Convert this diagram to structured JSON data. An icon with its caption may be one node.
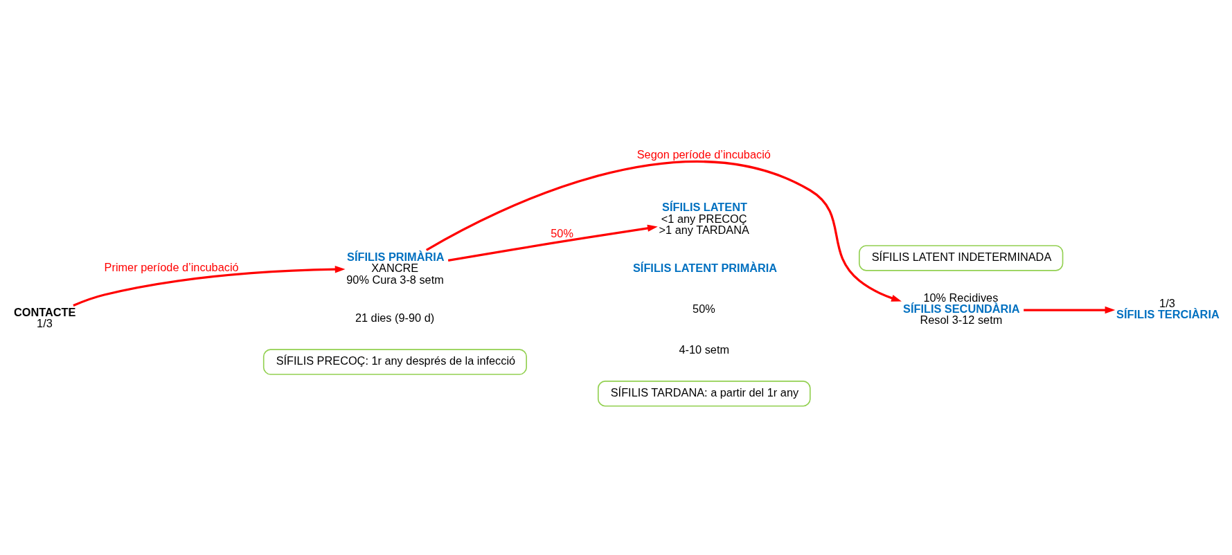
{
  "diagram": {
    "nodes": [
      {
        "text": [
          "SÍFILIS PRECOÇ: 1r any després de la infecció"
        ]
      },
      {
        "text": [
          "SÍFILIS TARDANA: a partir del 1r any"
        ]
      },
      {
        "text": [
          "CONTACTE",
          "1/3"
        ]
      },
      {
        "text": [
          "SÍFILIS PRIMÀRIA",
          "XANCRE",
          "90% Cura 3-8 setm"
        ]
      },
      {
        "text": [
          "10% Recidives",
          "SÍFILIS SECUNDÀRIA",
          "Resol 3-12 setm"
        ]
      },
      {
        "text": [
          "1/3",
          "SÍFILIS TERCIÀRIA"
        ]
      },
      {
        "text": [
          "SÍFILIS LATENT",
          "<1 any PRECOÇ",
          ">1 any TARDANA"
        ]
      },
      {
        "text": [
          "SÍFILIS LATENT INDETERMINADA"
        ]
      }
    ],
    "edges": [
      {
        "from": 2,
        "to": 3,
        "arrow": "to",
        "label": "Primer període d’incubació"
      },
      {
        "from": 3,
        "to": 4,
        "arrow": "to",
        "label": "Segon període d’incubació"
      },
      {
        "from": 4,
        "to": 5,
        "arrow": "to"
      },
      {
        "from": 3,
        "to": 6,
        "arrow": "to",
        "label": "50%"
      }
    ],
    "labels": [
      "SÍFILIS LATENT PRIMÀRIA",
      "21 dies (9-90 d)",
      "50%",
      "4-10 setm"
    ]
  }
}
